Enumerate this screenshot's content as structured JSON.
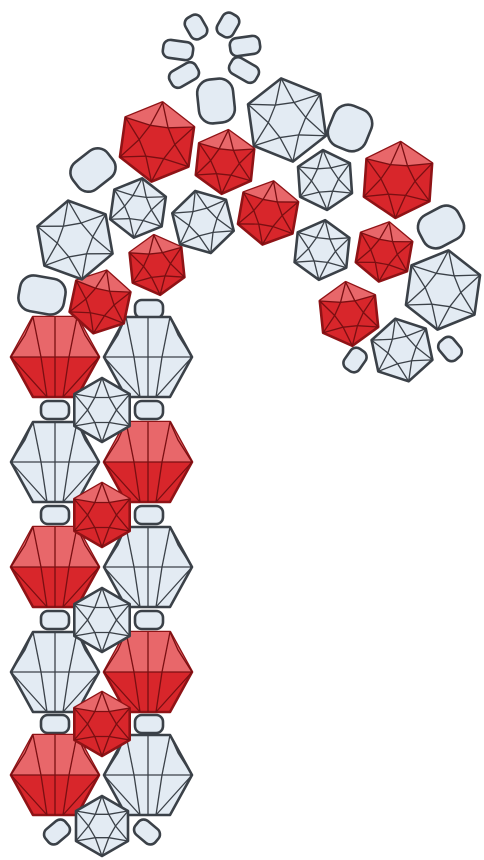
{
  "image": {
    "subject": "candy cane",
    "colors": {
      "red_fill": "#d8262b",
      "red_light": "#e8676a",
      "red_stroke": "#8f1316",
      "blue_fill": "#e3ebf3",
      "blue_stroke": "#3b4148",
      "spacer_fill": "#e3ebf3"
    },
    "bead_types": [
      "bicone-crystal",
      "round-crystal",
      "spacer-bead"
    ]
  }
}
